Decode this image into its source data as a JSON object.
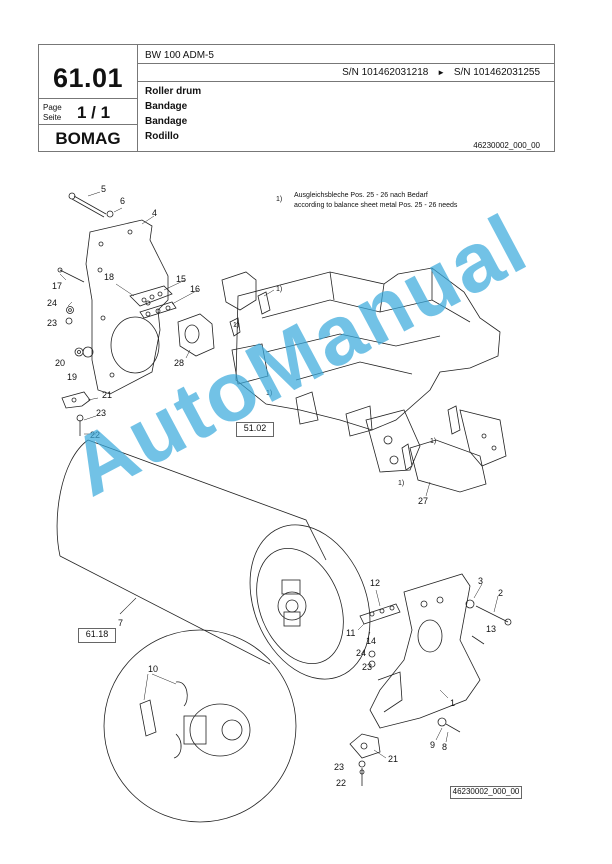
{
  "header": {
    "page_number": "61.01",
    "model": "BW 100 ADM-5",
    "serial_from": "S/N 101462031218",
    "serial_to": "S/N 101462031255",
    "arrow": "►",
    "descriptions": [
      "Roller drum",
      "Bandage",
      "Bandage",
      "Rodillo"
    ],
    "page_label_1": "Page",
    "page_label_2": "Seite",
    "page_value": "1 / 1",
    "brand": "BOMAG",
    "drawing_code": "46230002_000_00"
  },
  "notes": {
    "marker": "1)",
    "line_de": "Ausgleichsbleche Pos. 25 - 26 nach Bedarf",
    "line_en": "according to balance sheet metal Pos. 25 - 26 needs"
  },
  "ref_boxes": {
    "top": "51.02",
    "left": "61.18",
    "bottom": "46230002_000_00"
  },
  "callouts": {
    "c1": "1",
    "c2": "2",
    "c3": "3",
    "c4": "4",
    "c5": "5",
    "c6": "6",
    "c7": "7",
    "c8": "8",
    "c9": "9",
    "c10": "10",
    "c11": "11",
    "c12": "12",
    "c13": "13",
    "c14": "14",
    "c15": "15",
    "c16": "16",
    "c17": "17",
    "c18": "18",
    "c19": "19",
    "c20": "20",
    "c21": "21",
    "c22": "22",
    "c23": "23",
    "c24": "24",
    "c27": "27",
    "c28": "28",
    "b21": "21",
    "b22": "22",
    "b23": "23",
    "b24": "24",
    "b23b": "23",
    "n1a": "1)",
    "n1b": "1)",
    "n1c": "1)",
    "n1d": "1)",
    "n1e": "1)"
  },
  "watermark": "AutoManual"
}
